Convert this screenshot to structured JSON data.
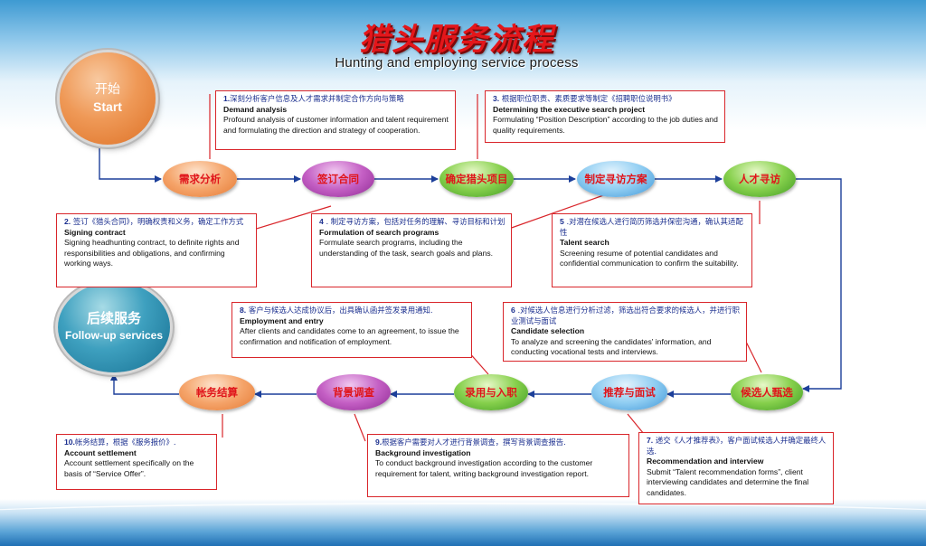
{
  "title": {
    "cn": "猎头服务流程",
    "en": "Hunting and employing service process"
  },
  "start": {
    "cn": "开始",
    "en": "Start"
  },
  "follow_up": {
    "cn": "后续服务",
    "en": "Follow-up services"
  },
  "nodes": [
    {
      "label": "需求分析",
      "color": "#f5a46a"
    },
    {
      "label": "签订合同",
      "color": "#c45fc4"
    },
    {
      "label": "确定猎头项目",
      "color": "#86d04c"
    },
    {
      "label": "制定寻访方案",
      "color": "#8fcdf2"
    },
    {
      "label": "人才寻访",
      "color": "#86d04c"
    },
    {
      "label": "候选人甄选",
      "color": "#86d04c"
    },
    {
      "label": "推荐与面试",
      "color": "#8fcdf2"
    },
    {
      "label": "录用与入职",
      "color": "#86d04c"
    },
    {
      "label": "背景调查",
      "color": "#c45fc4"
    },
    {
      "label": "帐务结算",
      "color": "#f5a46a"
    }
  ],
  "steps": [
    {
      "num": "1.",
      "cn": "深刻分析客户信息及人才需求并制定合作方向与策略",
      "en_title": "Demand analysis",
      "en_desc": "Profound analysis of customer information and talent requirement and formulating the direction and strategy of cooperation."
    },
    {
      "num": "2.",
      "cn": " 签订《猎头合同》，明确权责和义务，确定工作方式",
      "en_title": "Signing contract",
      "en_desc": "Signing headhunting contract, to definite rights and responsibilities and obligations, and confirming working ways."
    },
    {
      "num": "3.",
      "cn": " 根据职位职责、素质要求等制定《招聘职位说明书》",
      "en_title": "Determining the executive search project",
      "en_desc": "Formulating “Position Description” according to the job duties and quality requirements."
    },
    {
      "num": "4",
      "cn": " . 制定寻访方案，包括对任务的理解、寻访目标和计划",
      "en_title": "Formulation of search programs",
      "en_desc": "Formulate search programs, including the understanding of the task, search goals and plans."
    },
    {
      "num": "5",
      "cn": " .对潜在候选人进行简历筛选并保密沟通，确认其适配性",
      "en_title": "Talent search",
      "en_desc": "Screening resume of potential candidates and confidential communication to confirm the suitability."
    },
    {
      "num": "6",
      "cn": " .对候选人信息进行分析过滤，筛选出符合要求的候选人，并进行职业测试与面试",
      "en_title": "Candidate selection",
      "en_desc": "To analyze and screening the candidates' information, and conducting vocational tests and interviews."
    },
    {
      "num": "7.",
      "cn": " 递交《人才推荐表》，客户面试候选人并确定最终人选.",
      "en_title": "Recommendation and interview",
      "en_desc": "Submit “Talent recommendation forms”, client interviewing candidates and determine the final candidates."
    },
    {
      "num": "8.",
      "cn": " 客户与候选人达成协议后，出具确认函并签发录用通知.",
      "en_title": "Employment and entry",
      "en_desc": "After clients and candidates come to an agreement, to issue the confirmation and notification of employment."
    },
    {
      "num": "9.",
      "cn": "根据客户需要对人才进行背景调查，撰写背景调查报告.",
      "en_title": "Background investigation",
      "en_desc": "To conduct background investigation according to the customer requirement for talent, writing background investigation report."
    },
    {
      "num": "10.",
      "cn": "帐务结算，根据《服务报价》.",
      "en_title": "Account settlement",
      "en_desc": "Account settlement specifically on the basis of “Service Offer”."
    }
  ]
}
